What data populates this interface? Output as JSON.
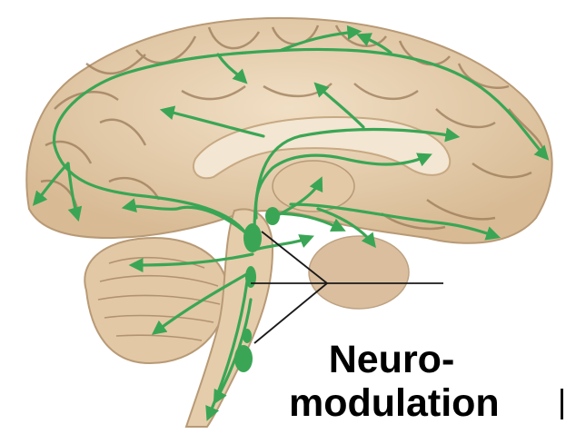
{
  "label": {
    "line1": "Neuro-",
    "line2": "modulation"
  },
  "colors": {
    "pathway": "#3aa655",
    "tissue": "#e9d4b6",
    "tissue_shadow": "#c9ab86",
    "sulcus": "#8c6a4a",
    "pointer": "#1a1a1a"
  },
  "illustration": "medial-brain-section-with-neuromodulatory-pathways"
}
